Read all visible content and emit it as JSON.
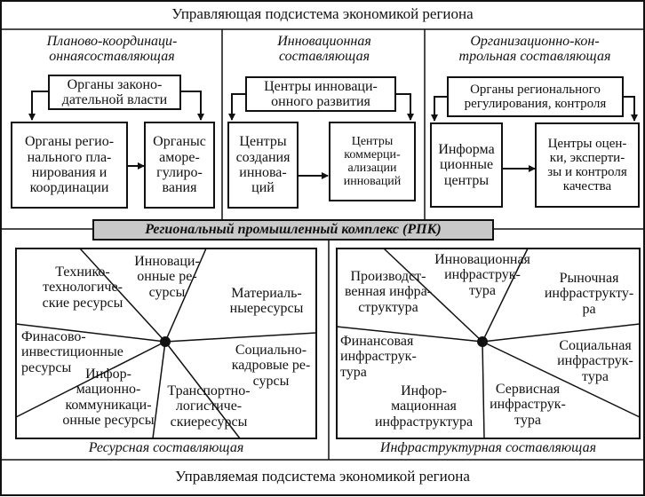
{
  "top_title": "Управляющая подсистема экономикой региона",
  "bottom_title": "Управляемая подсистема экономикой региона",
  "columns": [
    {
      "heading": "Планово-координаци-\nоннаясоставляющая",
      "top_box": "Органы законо-\nдательной власти",
      "left_box": "Органы регио-\nнального пла-\nнирования и\nкоординации",
      "right_box": "Органыс\nаморе-\nгулиро-\nвания"
    },
    {
      "heading": "Инновационная\nсоставляющая",
      "top_box": "Центры инноваци-\nонного развития",
      "left_box": "Центры\nсоздания\nиннова-\nций",
      "right_box": "Центры\nкоммерци-\nализации\nинноваций"
    },
    {
      "heading": "Организационно-кон-\nтрольная составляющая",
      "top_box": "Органы регионального\nрегулирования, контроля",
      "left_box": "Информа\nционные\nцентры",
      "right_box": "Центры оцен-\nки, эксперти-\nзы и контроля\nкачества"
    }
  ],
  "banner": "Региональный промышленный комплекс (РПК)",
  "resource": {
    "caption": "Ресурсная составляющая",
    "sectors": [
      "Технико-\nтехнологиче-\nские ресурсы",
      "Инноваци-\nонные ре-\nсурсы",
      "Материаль-\nныересурсы",
      "Социально-\nкадровые ре-\nсурсы",
      "Транспортно-\nлогистиче-\nскиересурсы",
      "Инфор-\nмационно-\nкоммуникаци-\nонные ресурсы",
      "Финасово-\nинвестиционные\nресурсы"
    ]
  },
  "infrastructure": {
    "caption": "Инфраструктурная составляющая",
    "sectors": [
      "Производст-\nвенная инфра-\nструктура",
      "Инновационная\nинфраструк-\nтура",
      "Рыночная\nинфраструкту-\nра",
      "Социальная\nинфраструк-\nтура",
      "Сервисная\nинфраструк-\nтура",
      "Инфор-\nмационная\nинфраструктура",
      "Финансовая\nинфраструк-\nтура"
    ]
  }
}
